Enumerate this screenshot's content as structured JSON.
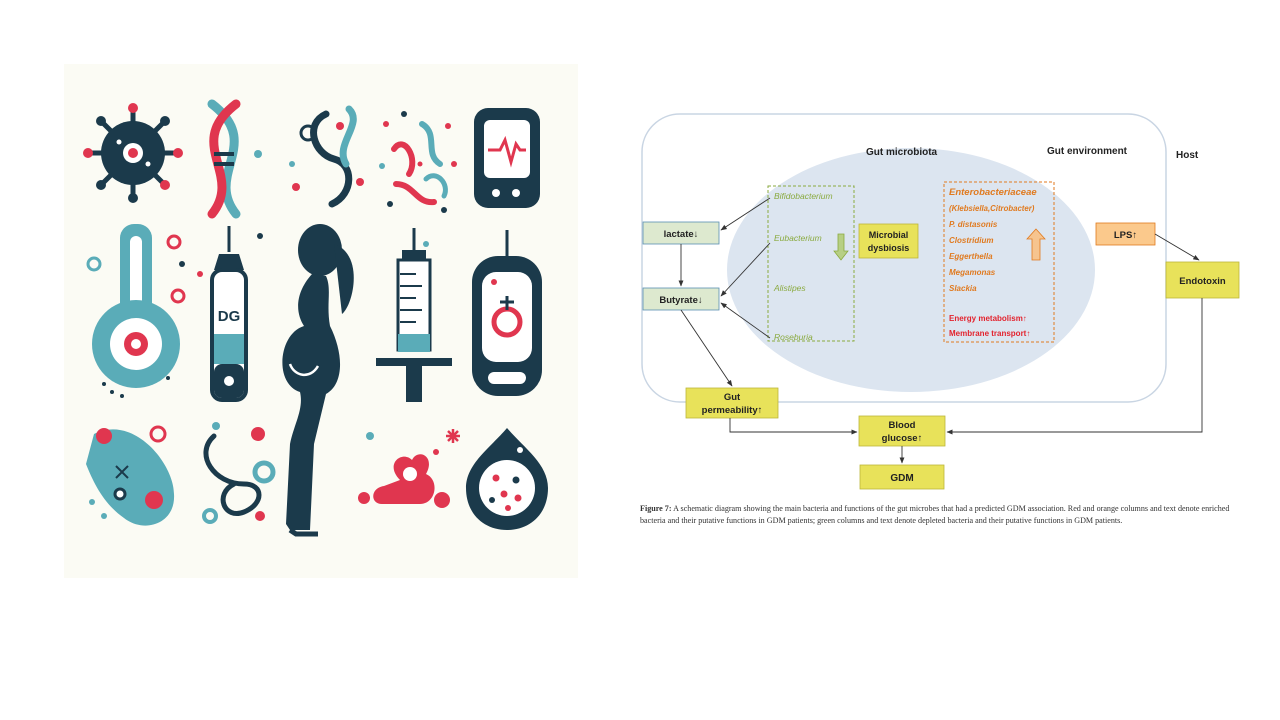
{
  "illustration": {
    "name": "gut-microbiome-pregnancy-icon-grid",
    "ampule_label": "DG",
    "colors": {
      "navy": "#1b3a4b",
      "teal": "#5aacb8",
      "red": "#e0364f",
      "background": "#fbfbf4"
    }
  },
  "diagram": {
    "regions": {
      "microbiota": "Gut microbiota",
      "environment": "Gut environment",
      "host": "Host"
    },
    "depleted": [
      "Bifidobacterium",
      "Eubacterium",
      "Alistipes",
      "Roseburia"
    ],
    "dysbiosis": [
      "Microbial",
      "dysbiosis"
    ],
    "enriched_family": "Enterobacteriaceae",
    "enriched_sub": "(Klebsiella,Citrobacter)",
    "enriched": [
      "P. distasonis",
      "Clostridium",
      "Eggerthella",
      "Megamonas",
      "Slackia"
    ],
    "functions": [
      "Energy metabolism↑",
      "Membrane transport↑"
    ],
    "nodes": {
      "lactate": "lactate↓",
      "butyrate": "Butyrate↓",
      "lps": "LPS↑",
      "endotoxin": "Endotoxin",
      "gut_perm": [
        "Gut",
        "permeability↑"
      ],
      "glucose": [
        "Blood",
        "glucose↑"
      ],
      "gdm": "GDM"
    },
    "colors": {
      "green": "#8aaa3f",
      "orange": "#e07a1f",
      "red": "#e3232e",
      "yellow": "#e8e25a",
      "lightgreen": "#dde9cf",
      "ellipse": "#dce5f0"
    }
  },
  "caption": {
    "label": "Figure 7:",
    "text": " A schematic diagram showing the main bacteria and functions of the gut microbes that had a predicted GDM association. Red and orange columns and text denote enriched bacteria and their putative functions in GDM patients; green columns and text denote depleted bacteria and their putative functions in GDM patients."
  }
}
